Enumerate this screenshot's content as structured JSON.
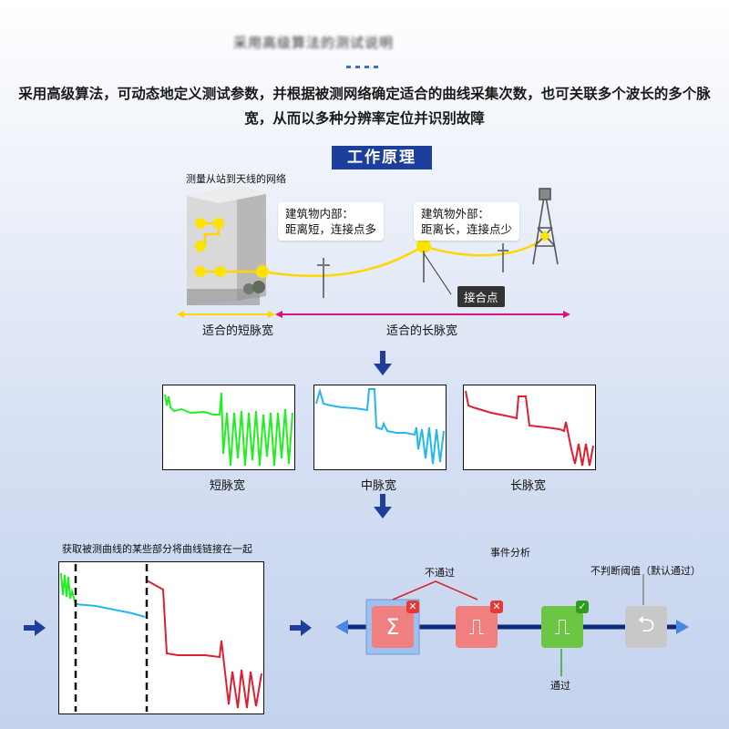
{
  "header": {
    "blurred_title": "采用高级算法的测试说明",
    "intro": "采用高级算法，可动态地定义测试参数，并根据被测网络确定适合的曲线采集次数，也可关联多个波长的多个脉宽，从而以多种分辨率定位并识别故障"
  },
  "principle": {
    "badge": "工作原理",
    "network_label": "测量从站到天线的网络",
    "inside_callout_line1": "建筑物内部：",
    "inside_callout_line2": "距离短，连接点多",
    "outside_callout_line1": "建筑物外部：",
    "outside_callout_line2": "距离长，连接点少",
    "joint_label": "接合点",
    "short_range_label": "适合的短脉宽",
    "long_range_label": "适合的长脉宽"
  },
  "pulses": [
    {
      "label": "短脉宽",
      "color": "#22ee22"
    },
    {
      "label": "中脉宽",
      "color": "#22b8ee"
    },
    {
      "label": "长脉宽",
      "color": "#dd1f34"
    }
  ],
  "merge": {
    "label": "获取被测曲线的某些部分将曲线链接在一起"
  },
  "events": {
    "title": "事件分析",
    "fail_label": "不通过",
    "pass_label": "通过",
    "no_threshold_label": "不判断阈值（默认通过）",
    "nodes": [
      {
        "icon": "sigma-icon",
        "glyph": "Σ",
        "status": "✕",
        "color": "#f08080",
        "status_color": "#e53935"
      },
      {
        "icon": "pulse-icon",
        "glyph": "⎍",
        "status": "✕",
        "color": "#f08080",
        "status_color": "#e53935"
      },
      {
        "icon": "pulse-icon",
        "glyph": "⎍",
        "status": "✓",
        "color": "#6cc644",
        "status_color": "#2e9d1f"
      },
      {
        "icon": "loop-icon",
        "glyph": "⮌",
        "status": "",
        "color": "#c8c8c8",
        "status_color": ""
      }
    ]
  },
  "colors": {
    "accent": "#1d3f9c",
    "fiber": "#ffd600",
    "long_arrow": "#d6157c"
  }
}
